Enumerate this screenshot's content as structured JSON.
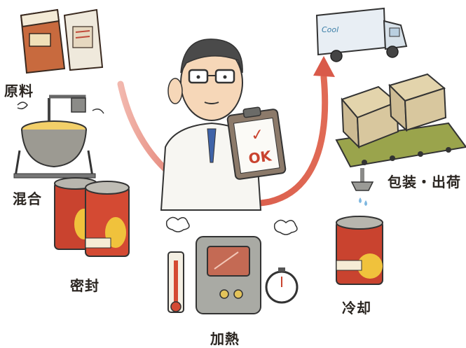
{
  "steps": {
    "raw": "原料",
    "mix": "混合",
    "seal": "密封",
    "heat": "加熱",
    "cool": "冷却",
    "pack": "包装・出荷"
  },
  "truck_text": "Cool",
  "clipboard": {
    "check": "✓",
    "text": "OK"
  },
  "colors": {
    "arrow": "#d95a4a",
    "can_red": "#c9432f",
    "can_yellow": "#f0c23c",
    "box": "#cdbb93",
    "pallet": "#9aa44c",
    "truck": "#e8eef4",
    "machine": "#a9aaa4"
  }
}
